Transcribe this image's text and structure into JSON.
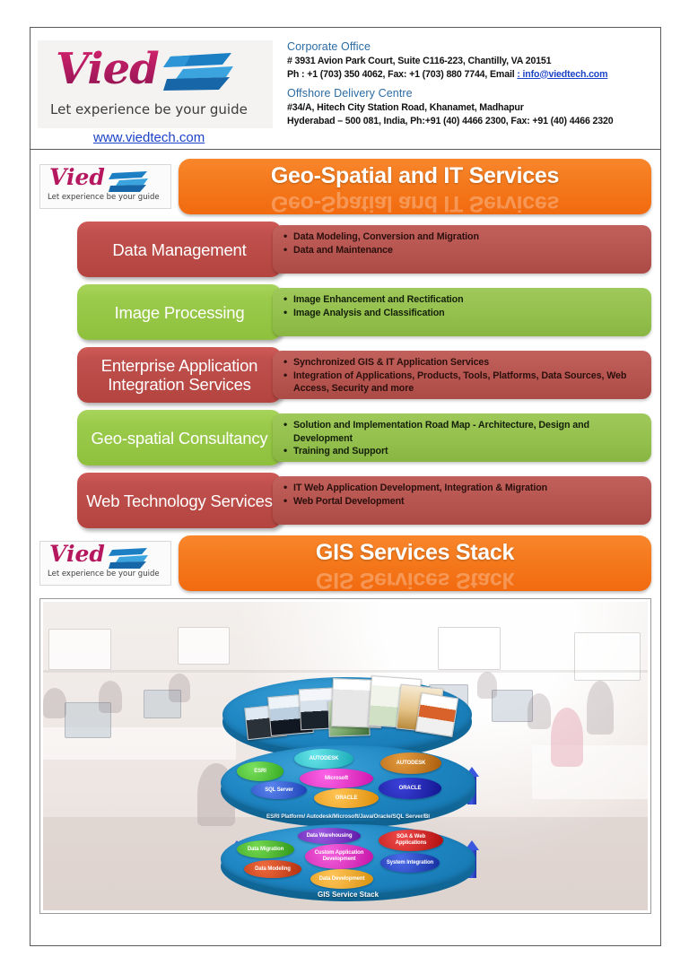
{
  "company": {
    "logo_word": "Vied",
    "logo_tagline": "Let experience be your guide",
    "website": "www.viedtech.com"
  },
  "header": {
    "corporate": {
      "title": "Corporate Office",
      "line1": "# 3931 Avion Park Court, Suite C116-223, Chantilly, VA 20151",
      "line2_prefix": "Ph : +1 (703) 350 4062, Fax: +1 (703) 880 7744, Email ",
      "email": ": info@viedtech.com"
    },
    "offshore": {
      "title": "Offshore Delivery Centre",
      "line1": "#34/A, Hitech City Station Road, Khanamet, Madhapur",
      "line2": "Hyderabad – 500 081, India, Ph:+91 (40) 4466 2300, Fax: +91 (40) 4466 2320"
    }
  },
  "banners": {
    "services": "Geo-Spatial and IT Services",
    "stack": "GIS Services Stack"
  },
  "services": [
    {
      "label": "Data Management",
      "color": "red",
      "bullets": [
        "Data Modeling, Conversion and Migration",
        "Data and Maintenance"
      ]
    },
    {
      "label": "Image Processing",
      "color": "green",
      "bullets": [
        "Image  Enhancement and Rectification",
        "Image Analysis and Classification"
      ]
    },
    {
      "label": "Enterprise Application Integration Services",
      "color": "red",
      "bullets": [
        "Synchronized GIS & IT Application Services",
        "Integration of Applications, Products, Tools, Platforms, Data Sources, Web Access, Security and more"
      ]
    },
    {
      "label": "Geo-spatial Consultancy",
      "color": "green",
      "bullets": [
        "Solution and Implementation Road Map -  Architecture, Design and Development",
        "Training and Support"
      ]
    },
    {
      "label": "Web Technology Services",
      "color": "red",
      "bullets": [
        "IT Web Application Development, Integration & Migration",
        "Web Portal Development"
      ]
    }
  ],
  "stack_diagram": {
    "caption": "GIS Service Stack",
    "platform_ring_caption": "ESRI Platform/ Autodesk/Microsoft/Java/Oracle/SQL Server/BI",
    "platform_bubbles": [
      {
        "label": "ESRI",
        "color": "#49b930"
      },
      {
        "label": "AUTODESK",
        "color": "#2bc3c9"
      },
      {
        "label": "AUTODESK",
        "color": "#c9741a"
      },
      {
        "label": "Microsoft",
        "color": "#e824c4"
      },
      {
        "label": "SQL Server",
        "color": "#2b5fd6"
      },
      {
        "label": "ORACLE",
        "color": "#1a1fa8"
      },
      {
        "label": "ORACLE",
        "color": "#f0a41c"
      }
    ],
    "service_bubbles": [
      {
        "label": "Data Warehousing",
        "color": "#7327c4"
      },
      {
        "label": "SOA & Web Applications",
        "color": "#d61515"
      },
      {
        "label": "Data Migration",
        "color": "#4cb62a"
      },
      {
        "label": "Custom Application Development",
        "color": "#e024c0"
      },
      {
        "label": "System Integration",
        "color": "#1d44c4"
      },
      {
        "label": "Data Modeling",
        "color": "#d1401a"
      },
      {
        "label": "Data Development",
        "color": "#e8a81c"
      }
    ]
  },
  "colors": {
    "brand_magenta": "#b5185e",
    "banner_orange": "#f57c1f",
    "row_red": "#c0504d",
    "row_green": "#9bcb4b",
    "link_blue": "#1b43c8",
    "heading_blue": "#2b6ca3"
  }
}
